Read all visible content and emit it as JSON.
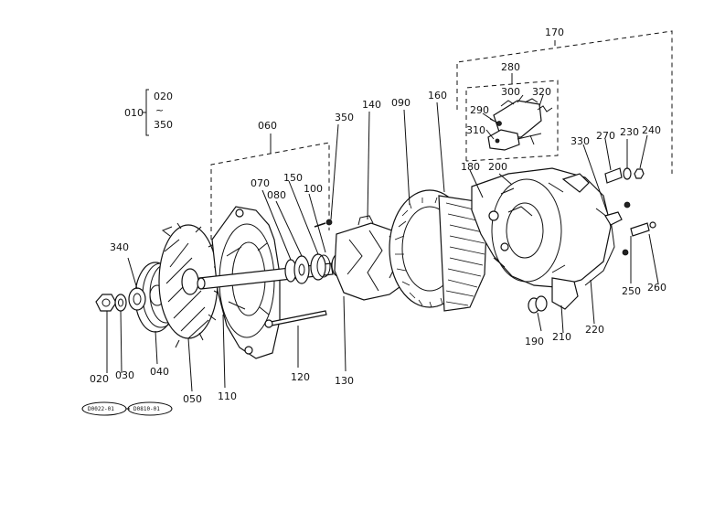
{
  "callouts": {
    "c010": "010",
    "c020_range": "020",
    "c350_range": "350",
    "c020": "020",
    "c030": "030",
    "c040": "040",
    "c050": "050",
    "c060": "060",
    "c070": "070",
    "c080": "080",
    "c090": "090",
    "c100": "100",
    "c110": "110",
    "c120": "120",
    "c130": "130",
    "c140": "140",
    "c150": "150",
    "c160": "160",
    "c170": "170",
    "c180": "180",
    "c190": "190",
    "c200": "200",
    "c210": "210",
    "c220": "220",
    "c230": "230",
    "c240": "240",
    "c250": "250",
    "c260": "260",
    "c270": "270",
    "c280": "280",
    "c290": "290",
    "c300": "300",
    "c310": "310",
    "c320": "320",
    "c330": "330",
    "c340": "340",
    "c350": "350"
  },
  "stamps": {
    "left": "D0022-01",
    "right": "D0810-01"
  }
}
